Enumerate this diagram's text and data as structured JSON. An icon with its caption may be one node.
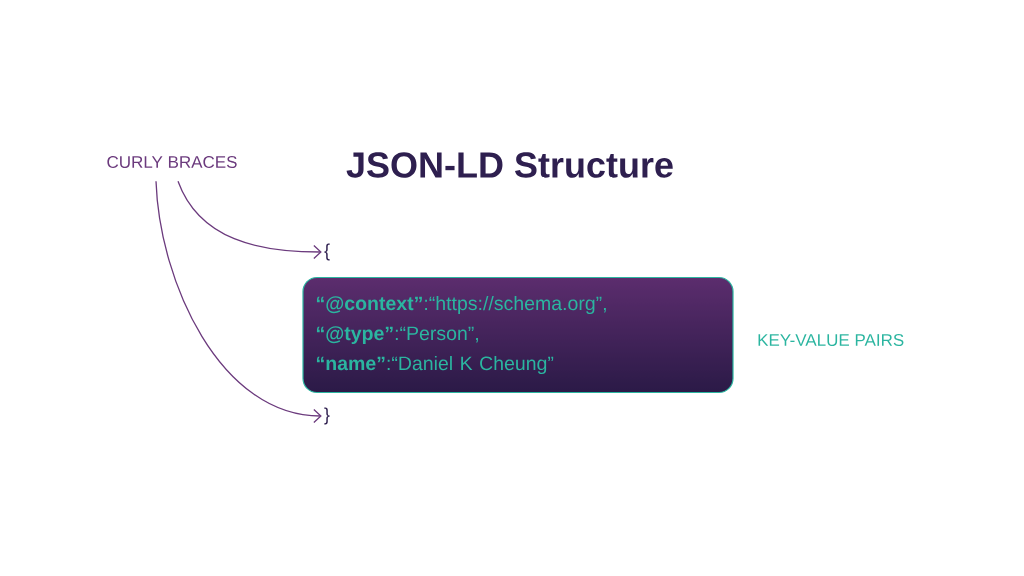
{
  "diagram": {
    "title": "JSON-LD Structure",
    "nodes": [
      {
        "text": [
          "CURLY BRACES"
        ]
      },
      {
        "text": [
          "{"
        ]
      },
      {
        "text": [
          "**“@context”**:“https://schema.org”,",
          "**“@type”**:“Person”,",
          "**“name”**:“Daniel K Cheung”"
        ],
        "beside": [
          "KEY-VALUE PAIRS"
        ]
      },
      {
        "text": [
          "}"
        ]
      }
    ],
    "edges": [
      {
        "from": 0,
        "to": 1,
        "arrow": "to"
      },
      {
        "from": 0,
        "to": 3,
        "arrow": "to"
      }
    ]
  }
}
